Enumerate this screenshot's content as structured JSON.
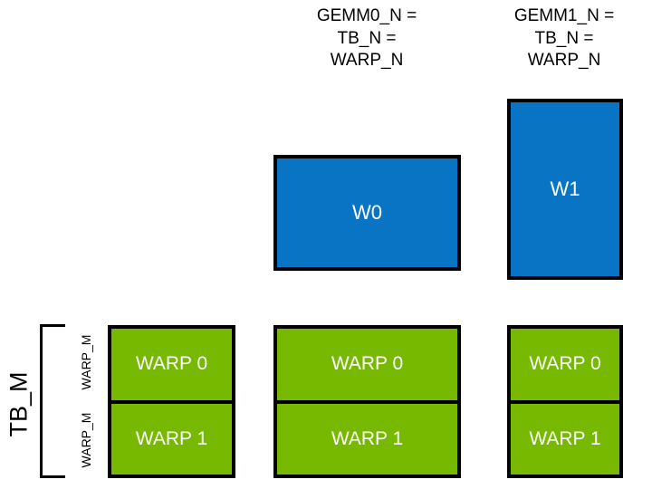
{
  "diagram": {
    "title_captions": [
      {
        "id": "gemm0",
        "text": "GEMM0_N =\nTB_N =\nWARP_N"
      },
      {
        "id": "gemm1",
        "text": "GEMM1_N =\nTB_N =\nWARP_N"
      }
    ],
    "blue_boxes": [
      {
        "id": "w0",
        "label": "W0"
      },
      {
        "id": "w1",
        "label": "W1"
      }
    ],
    "green_columns": [
      {
        "id": "left",
        "cells": [
          "WARP 0",
          "WARP 1"
        ]
      },
      {
        "id": "middle",
        "cells": [
          "WARP 0",
          "WARP 1"
        ]
      },
      {
        "id": "right",
        "cells": [
          "WARP 0",
          "WARP 1"
        ]
      }
    ],
    "axis_labels": {
      "tb_m": "TB_M",
      "warp_m_top": "WARP_M",
      "warp_m_bottom": "WARP_M"
    },
    "colors": {
      "blue": "#0a74c4",
      "green": "#76b900",
      "outline": "#000000",
      "background": "#ffffff",
      "box_text": "#ffffff",
      "caption_text": "#000000"
    }
  }
}
